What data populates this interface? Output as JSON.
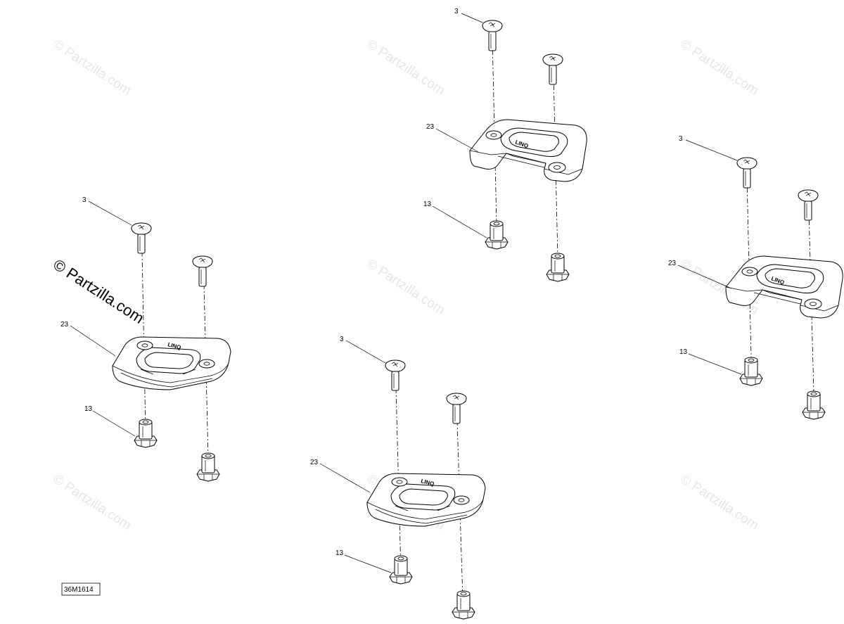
{
  "watermark": "© Partzilla.com",
  "diagram_code": "36M1614",
  "plate_marking": "LINQ",
  "callouts": {
    "screw": "3",
    "nut": "13",
    "base": "23"
  },
  "assemblies": [
    {
      "id": "left",
      "has_channel": false
    },
    {
      "id": "top-middle",
      "has_channel": true
    },
    {
      "id": "bottom-middle",
      "has_channel": false
    },
    {
      "id": "right",
      "has_channel": true
    }
  ]
}
